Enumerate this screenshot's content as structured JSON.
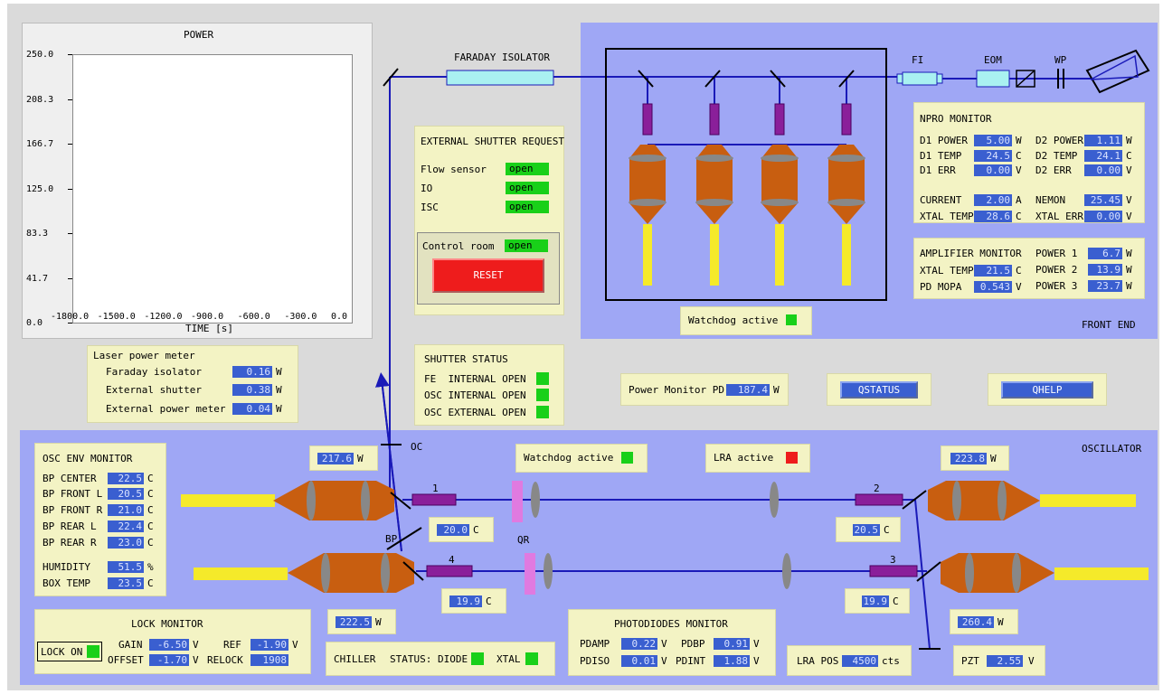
{
  "colors": {
    "background": "#dadada",
    "region_blue": "#9fa7f5",
    "panel": "#f3f3c4",
    "value_bg": "#3a5fd0",
    "ok_green": "#19d019",
    "alarm_red": "#ee1c1c",
    "beam": "#1a1ab8",
    "amp_body": "#c85e10",
    "fiber_yellow": "#f5ea2a"
  },
  "chart": {
    "title": "POWER",
    "xlabel": "TIME [s]",
    "y_ticks": [
      "250.0",
      "208.3",
      "166.7",
      "125.0",
      "83.3",
      "41.7",
      "0.0"
    ],
    "x_ticks": [
      "-1800.0",
      "-1500.0",
      "-1200.0",
      "-900.0",
      "-600.0",
      "-300.0",
      "0.0"
    ]
  },
  "chart_data": {
    "type": "line",
    "title": "POWER",
    "xlabel": "TIME [s]",
    "ylabel": "",
    "xlim": [
      -1800,
      0
    ],
    "ylim": [
      0,
      250
    ],
    "x_tick_labels": [
      "-1800.0",
      "-1500.0",
      "-1200.0",
      "-900.0",
      "-600.0",
      "-300.0",
      "0.0"
    ],
    "y_tick_labels": [
      "0.0",
      "41.7",
      "83.3",
      "125.0",
      "166.7",
      "208.3",
      "250.0"
    ],
    "series": [],
    "grid": false
  },
  "laser_meter": {
    "title": "Laser power meter",
    "rows": [
      {
        "label": "Faraday isolator",
        "value": "0.16",
        "unit": "W"
      },
      {
        "label": "External shutter",
        "value": "0.38",
        "unit": "W"
      },
      {
        "label": "External power meter",
        "value": "0.04",
        "unit": "W"
      }
    ]
  },
  "ext_shutter": {
    "title": "EXTERNAL SHUTTER REQUEST",
    "rows": [
      {
        "label": "Flow sensor",
        "state": "open"
      },
      {
        "label": "IO",
        "state": "open"
      },
      {
        "label": "ISC",
        "state": "open"
      }
    ],
    "control_room_label": "Control room",
    "control_room_state": "open",
    "reset_label": "RESET"
  },
  "shutter_status": {
    "title": "SHUTTER STATUS",
    "rows": [
      "FE  INTERNAL OPEN",
      "OSC INTERNAL OPEN",
      "OSC EXTERNAL OPEN"
    ]
  },
  "power_monitor": {
    "label": "Power Monitor PD",
    "value": "187.4",
    "unit": "W"
  },
  "buttons": {
    "status": "QSTATUS",
    "help": "QHELP"
  },
  "front_end": {
    "title": "FRONT END",
    "faraday_label": "FARADAY ISOLATOR",
    "fi_label": "FI",
    "eom_label": "EOM",
    "wp_label": "WP",
    "watchdog_label": "Watchdog active",
    "npro": {
      "title": "NPRO MONITOR",
      "left": [
        {
          "label": "D1 POWER",
          "value": "5.00",
          "unit": "W"
        },
        {
          "label": "D1 TEMP",
          "value": "24.5",
          "unit": "C"
        },
        {
          "label": "D1 ERR",
          "value": "0.00",
          "unit": "V"
        },
        {
          "label": "CURRENT",
          "value": "2.00",
          "unit": "A"
        },
        {
          "label": "XTAL TEMP",
          "value": "28.6",
          "unit": "C"
        }
      ],
      "right": [
        {
          "label": "D2 POWER",
          "value": "1.11",
          "unit": "W"
        },
        {
          "label": "D2 TEMP",
          "value": "24.1",
          "unit": "C"
        },
        {
          "label": "D2 ERR",
          "value": "0.00",
          "unit": "V"
        },
        {
          "label": "NEMON",
          "value": "25.45",
          "unit": "V"
        },
        {
          "label": "XTAL ERR",
          "value": "0.00",
          "unit": "V"
        }
      ]
    },
    "amp": {
      "title": "AMPLIFIER MONITOR",
      "left": [
        {
          "label": "XTAL TEMP",
          "value": "21.5",
          "unit": "C"
        },
        {
          "label": "PD MOPA",
          "value": "0.543",
          "unit": "V"
        }
      ],
      "right": [
        {
          "label": "POWER 1",
          "value": "6.7",
          "unit": "W"
        },
        {
          "label": "POWER 2",
          "value": "13.9",
          "unit": "W"
        },
        {
          "label": "POWER 3",
          "value": "23.7",
          "unit": "W"
        }
      ]
    }
  },
  "oscillator": {
    "title": "OSCILLATOR",
    "oc_label": "OC",
    "bp_label": "BP",
    "qr_label": "QR",
    "watchdog_label": "Watchdog active",
    "lra_label": "LRA active",
    "head_labels": [
      "1",
      "2",
      "3",
      "4"
    ],
    "head_powers": {
      "tl": "217.6",
      "tr": "223.8",
      "bl": "222.5",
      "br": "260.4",
      "unit": "W"
    },
    "head_temps": {
      "t1": "20.0",
      "t2": "20.5",
      "t3": "19.9",
      "t4": "19.9",
      "unit": "C"
    },
    "env": {
      "title": "OSC ENV MONITOR",
      "rows": [
        {
          "label": "BP CENTER",
          "value": "22.5",
          "unit": "C"
        },
        {
          "label": "BP FRONT L",
          "value": "20.5",
          "unit": "C"
        },
        {
          "label": "BP FRONT R",
          "value": "21.0",
          "unit": "C"
        },
        {
          "label": "BP REAR L",
          "value": "22.4",
          "unit": "C"
        },
        {
          "label": "BP REAR R",
          "value": "23.0",
          "unit": "C"
        },
        {
          "label": "HUMIDITY",
          "value": "51.5",
          "unit": "%"
        },
        {
          "label": "BOX TEMP",
          "value": "23.5",
          "unit": "C"
        }
      ]
    },
    "lock": {
      "title": "LOCK MONITOR",
      "lock_on": "LOCK ON",
      "gain_label": "GAIN",
      "gain_value": "-6.50",
      "gain_unit": "V",
      "offset_label": "OFFSET",
      "offset_value": "-1.70",
      "offset_unit": "V",
      "ref_label": "REF",
      "ref_value": "-1.90",
      "ref_unit": "V",
      "relock_label": "RELOCK",
      "relock_value": "1908"
    },
    "chiller": {
      "label": "CHILLER",
      "status_label": "STATUS: DIODE",
      "xtal_label": "XTAL"
    },
    "photodiodes": {
      "title": "PHOTODIODES MONITOR",
      "rows": [
        {
          "label": "PDAMP",
          "value": "0.22",
          "unit": "V"
        },
        {
          "label": "PDBP",
          "value": "0.91",
          "unit": "V"
        },
        {
          "label": "PDISO",
          "value": "0.01",
          "unit": "V"
        },
        {
          "label": "PDINT",
          "value": "1.88",
          "unit": "V"
        }
      ]
    },
    "lra_pos": {
      "label": "LRA POS",
      "value": "4500",
      "unit": "cts"
    },
    "pzt": {
      "label": "PZT",
      "value": "2.55",
      "unit": "V"
    }
  }
}
